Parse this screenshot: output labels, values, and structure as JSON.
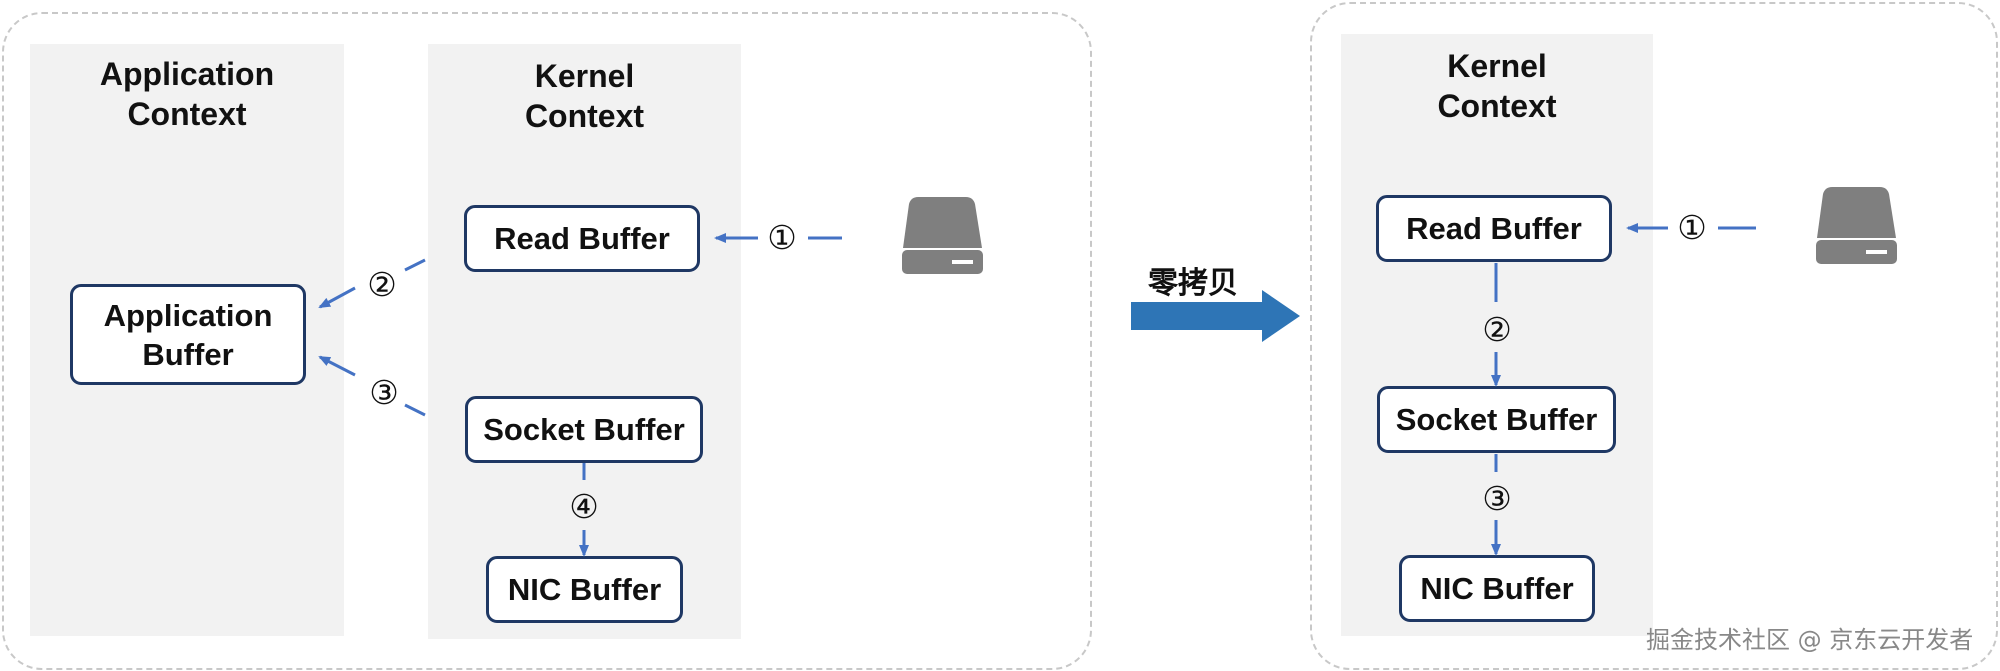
{
  "left": {
    "app_context_title": [
      "Application",
      "Context"
    ],
    "kernel_context_title": [
      "Kernel",
      "Context"
    ],
    "app_buffer": [
      "Application",
      "Buffer"
    ],
    "read_buffer": "Read Buffer",
    "socket_buffer": "Socket Buffer",
    "nic_buffer": "NIC Buffer",
    "step1": "①",
    "step2": "②",
    "step3": "③",
    "step4": "④"
  },
  "middle": {
    "label": "零拷贝"
  },
  "right": {
    "kernel_context_title": [
      "Kernel",
      "Context"
    ],
    "read_buffer": "Read Buffer",
    "socket_buffer": "Socket Buffer",
    "nic_buffer": "NIC Buffer",
    "step1": "①",
    "step2": "②",
    "step3": "③"
  },
  "watermark": "掘金技术社区 @ 京东云开发者",
  "colors": {
    "arrow": "#4472c4",
    "box_border": "#1f3864",
    "context_bg": "#f2f2f2",
    "disk": "#7f7f7f",
    "big_arrow": "#2e75b6"
  },
  "icons": {
    "disk": "hard-drive-icon",
    "transition": "right-arrow-icon"
  }
}
